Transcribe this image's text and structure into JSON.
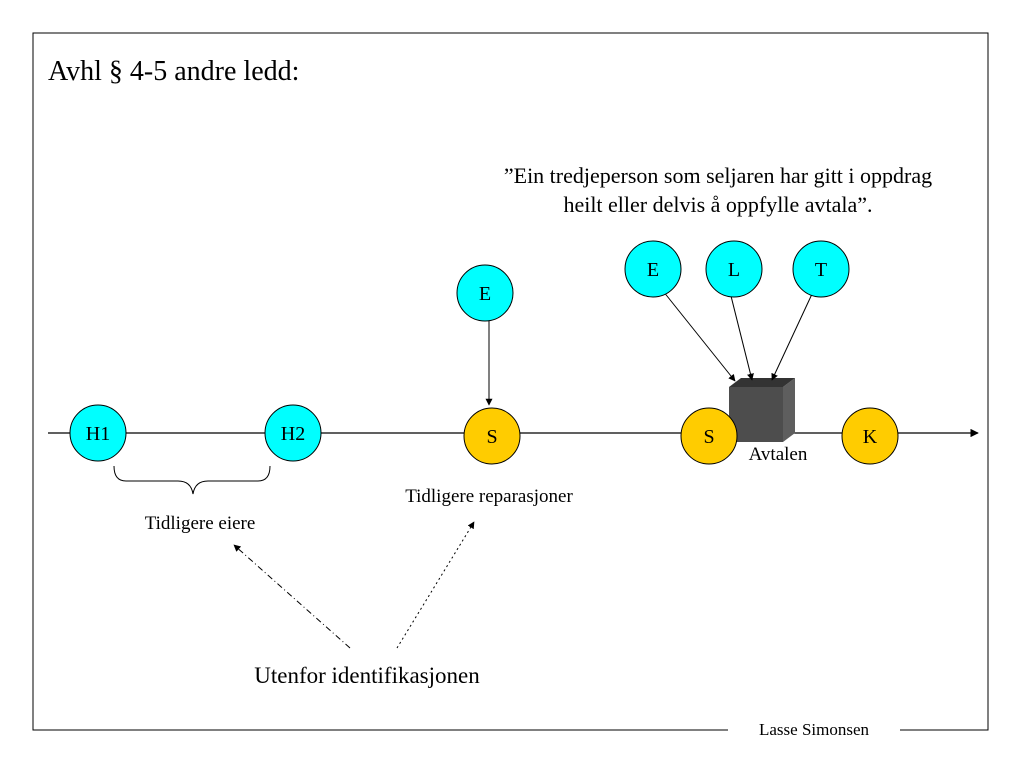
{
  "title": "Avhl § 4-5 andre ledd:",
  "quote": {
    "line1": "”Ein tredjeperson som seljaren har gitt i oppdrag",
    "line2": "heilt eller delvis å oppfylle avtala”."
  },
  "nodes": {
    "h1": "H1",
    "h2": "H2",
    "s_repair": "S",
    "e_repair": "E",
    "s_contract": "S",
    "k": "K",
    "e_third": "E",
    "l_third": "L",
    "t_third": "T"
  },
  "labels": {
    "previous_owners": "Tidligere eiere",
    "previous_repairs": "Tidligere reparasjoner",
    "contract": "Avtalen",
    "outside": "Utenfor identifikasjonen"
  },
  "footer": "Lasse Simonsen",
  "colors": {
    "cyan": "#00ffff",
    "gold": "#ffcc00",
    "box_front": "#4d4d4d",
    "box_top": "#333333",
    "box_side": "#5e5e5e"
  }
}
